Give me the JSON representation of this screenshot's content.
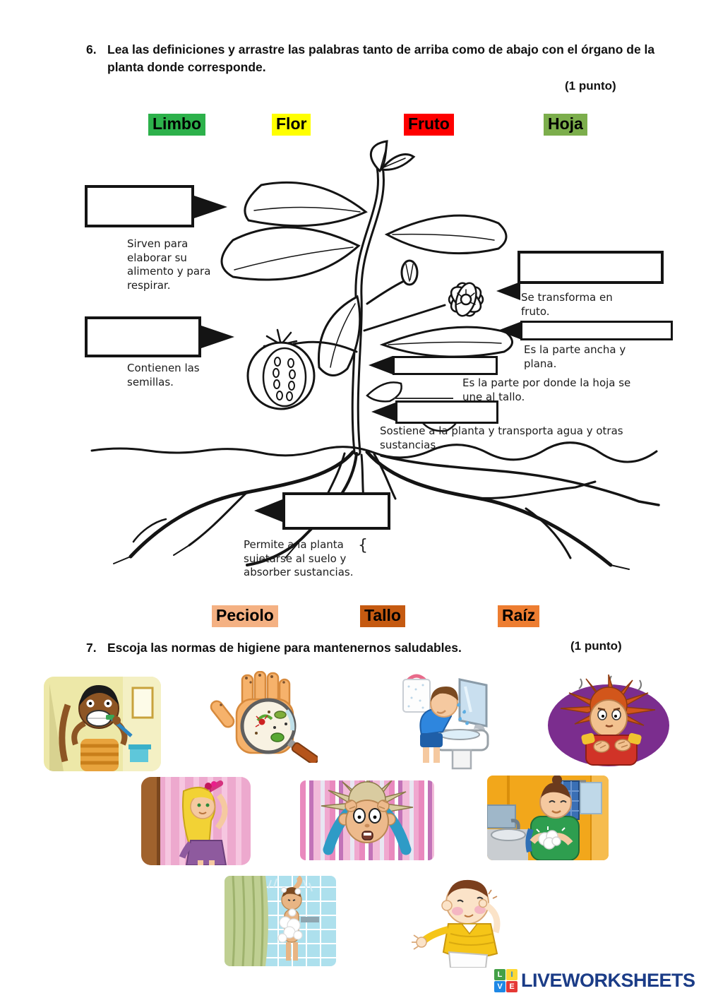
{
  "q6": {
    "number": "6.",
    "text": "Lea las definiciones y arrastre las palabras tanto de arriba como de abajo con el órgano de la planta donde corresponde.",
    "points": "(1 punto)",
    "word_bank_top": [
      {
        "label": "Limbo",
        "color": "#2db14b"
      },
      {
        "label": "Flor",
        "color": "#ffff00"
      },
      {
        "label": "Fruto",
        "color": "#fe0000"
      },
      {
        "label": "Hoja",
        "color": "#7cae4c"
      }
    ],
    "definitions": [
      {
        "text": "Sirven para elaborar su alimento y para respirar."
      },
      {
        "text": "Contienen las semillas."
      },
      {
        "text": "Se transforma en fruto."
      },
      {
        "text": "Es la parte ancha y plana."
      },
      {
        "text": "Es la parte por donde la hoja se une al tallo."
      },
      {
        "text": "Sostiene a la planta y transporta agua y otras sustancias."
      },
      {
        "text": "Permite a la planta sujetarse al suelo y absorber sustancias."
      }
    ],
    "word_bank_bottom": [
      {
        "label": "Peciolo",
        "color": "#f4b183"
      },
      {
        "label": "Tallo",
        "color": "#c55a11"
      },
      {
        "label": "Raíz",
        "color": "#ed7d31"
      }
    ]
  },
  "q7": {
    "number": "7.",
    "text": "Escoja las normas de higiene para mantenernos saludables.",
    "points": "(1 punto)",
    "images": [
      {
        "name": "brushing-teeth"
      },
      {
        "name": "germs-on-dirty-hand"
      },
      {
        "name": "washing-face"
      },
      {
        "name": "messy-hair-scratching"
      },
      {
        "name": "girl-combing-hair"
      },
      {
        "name": "frightened-messy-hair"
      },
      {
        "name": "washing-hands"
      },
      {
        "name": "taking-a-shower"
      },
      {
        "name": "picking-nose"
      }
    ]
  },
  "footer": {
    "logo_squares": [
      {
        "letter": "L",
        "color": "#43a047",
        "fg": "#ffffff"
      },
      {
        "letter": "I",
        "color": "#fdd835",
        "fg": "#1e88e5"
      },
      {
        "letter": "V",
        "color": "#1e88e5",
        "fg": "#ffffff"
      },
      {
        "letter": "E",
        "color": "#e53935",
        "fg": "#ffffff"
      }
    ],
    "logo_text": "LIVEWORKSHEETS",
    "logo_text_color": "#1b3c87"
  }
}
